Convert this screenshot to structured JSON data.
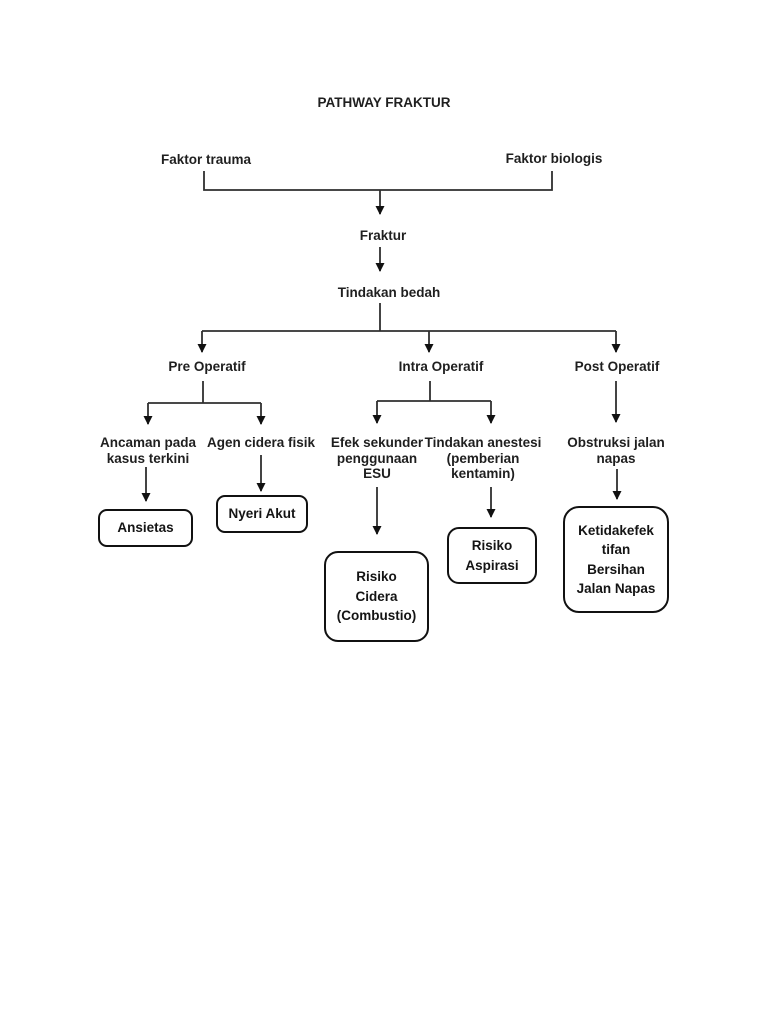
{
  "title": "PATHWAY FRAKTUR",
  "diagram": {
    "nodes": {
      "faktor_trauma": [
        "Faktor trauma"
      ],
      "faktor_biologis": [
        "Faktor biologis"
      ],
      "fraktur": [
        "Fraktur"
      ],
      "tindakan_bedah": [
        "Tindakan bedah"
      ],
      "pre_operatif": [
        "Pre Operatif"
      ],
      "intra_operatif": [
        "Intra Operatif"
      ],
      "post_operatif": [
        "Post Operatif"
      ],
      "ancaman": [
        "Ancaman pada",
        "kasus terkini"
      ],
      "agen_cidera_fisik": [
        "Agen cidera fisik"
      ],
      "efek_sekunder": [
        "Efek sekunder",
        "penggunaan",
        "ESU"
      ],
      "tindakan_anestesi": [
        "Tindakan anestesi",
        "(pemberian",
        "kentamin)"
      ],
      "obstruksi": [
        "Obstruksi jalan",
        "napas"
      ],
      "ansietas": [
        "Ansietas"
      ],
      "nyeri_akut": [
        "Nyeri Akut"
      ],
      "risiko_cidera": [
        "Risiko",
        "Cidera",
        "(Combustio)"
      ],
      "risiko_aspirasi": [
        "Risiko",
        "Aspirasi"
      ],
      "ketidakefektifan": [
        "Ketidakefek",
        "tifan",
        "Bersihan",
        "Jalan Napas"
      ]
    },
    "edges": [
      {
        "from": "Faktor trauma",
        "to": "Fraktur"
      },
      {
        "from": "Faktor biologis",
        "to": "Fraktur"
      },
      {
        "from": "Fraktur",
        "to": "Tindakan bedah"
      },
      {
        "from": "Tindakan bedah",
        "to": "Pre Operatif"
      },
      {
        "from": "Tindakan bedah",
        "to": "Intra Operatif"
      },
      {
        "from": "Tindakan bedah",
        "to": "Post Operatif"
      },
      {
        "from": "Pre Operatif",
        "to": "Ancaman pada kasus terkini"
      },
      {
        "from": "Pre Operatif",
        "to": "Agen cidera fisik"
      },
      {
        "from": "Ancaman pada kasus terkini",
        "to": "Ansietas"
      },
      {
        "from": "Agen cidera fisik",
        "to": "Nyeri Akut"
      },
      {
        "from": "Intra Operatif",
        "to": "Efek sekunder penggunaan ESU"
      },
      {
        "from": "Intra Operatif",
        "to": "Tindakan anestesi (pemberian kentamin)"
      },
      {
        "from": "Efek sekunder penggunaan ESU",
        "to": "Risiko Cidera (Combustio)"
      },
      {
        "from": "Tindakan anestesi (pemberian kentamin)",
        "to": "Risiko Aspirasi"
      },
      {
        "from": "Post Operatif",
        "to": "Obstruksi jalan napas"
      },
      {
        "from": "Obstruksi jalan napas",
        "to": "Ketidakefektifan Bersihan Jalan Napas"
      }
    ],
    "colors": {
      "background": "#ffffff",
      "text": "#1f1f1f",
      "line": "#2f2f2f",
      "arrowhead": "#111111",
      "box_border": "#111111"
    }
  }
}
